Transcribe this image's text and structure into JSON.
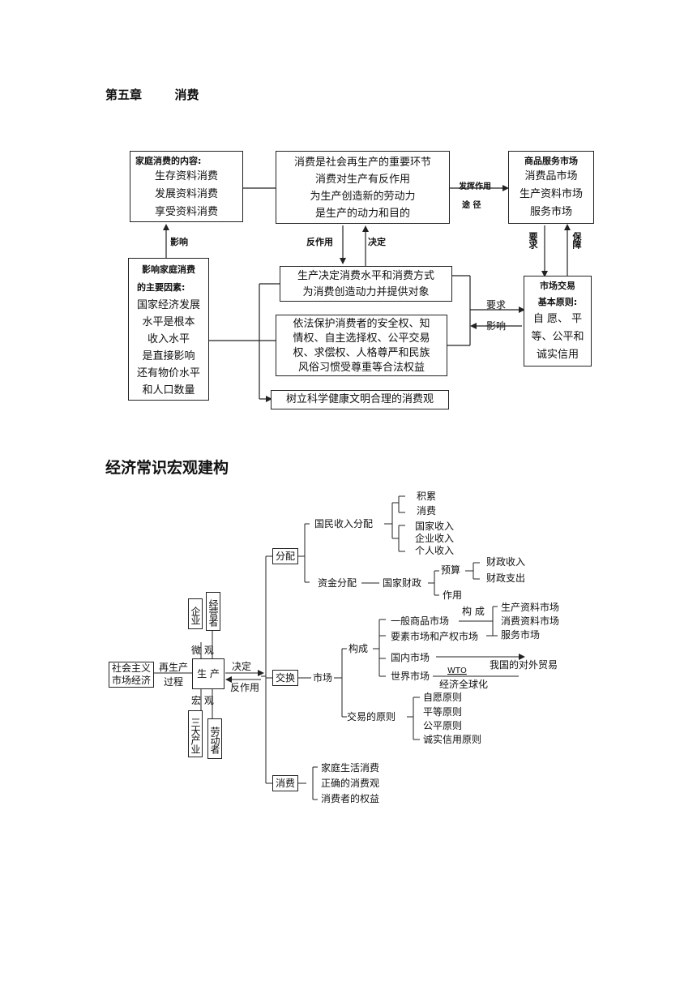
{
  "chapter": {
    "number": "第五章",
    "name": "消费"
  },
  "d1": {
    "family_box": {
      "title": "家庭消费的内容:",
      "items": [
        "生存资料消费",
        "发展资料消费",
        "享受资料消费"
      ]
    },
    "center_box": {
      "lines": [
        "消费是社会再生产的重要环节",
        "消费对生产有反作用",
        "为生产创造新的劳动力",
        "是生产的动力和目的"
      ]
    },
    "market_box": {
      "title": "商品服务市场",
      "items": [
        "消费品市场",
        "生产资料市场",
        "服务市场"
      ]
    },
    "factors_box": {
      "title_lines": [
        "影响家庭消费",
        "的主要因素:"
      ],
      "lines": [
        "国家经济发展",
        "水平是根本",
        "收入水平",
        "是直接影响",
        "还有物价水平",
        "和人口数量"
      ]
    },
    "production_box": {
      "lines": [
        "生产决定消费水平和消费方式",
        "为消费创造动力并提供对象"
      ]
    },
    "rights_box": {
      "lines": [
        "依法保护消费者的安全权、知",
        "情权、自主选择权、公平交易",
        "权、求偿权、人格尊严和民族",
        "风俗习惯受尊重等合法权益"
      ]
    },
    "view_box": {
      "text": "树立科学健康文明合理的消费观"
    },
    "principles_box": {
      "title_lines": [
        "市场交易",
        "基本原则:"
      ],
      "lines": [
        "自 愿、 平",
        "等、公平和",
        "诚实信用"
      ]
    },
    "labels": {
      "influence": "影响",
      "reaction": "反作用",
      "decide": "决定",
      "function_a": "发挥作用",
      "function_b": "途 径",
      "require": "要求",
      "guarantee": "保障",
      "require2": "要求",
      "affect": "影响"
    }
  },
  "section2_title": "经济常识宏观建构",
  "d2": {
    "root": [
      "社会主义",
      "市场经济"
    ],
    "reproduction": [
      "再生产",
      "过程"
    ],
    "production": "生  产",
    "micro": "微  观",
    "macro": "宏  观",
    "enterprise": "企业",
    "operator": "经营者",
    "three_industries": "三大产业",
    "laborer": "劳动者",
    "decide": "决定",
    "reaction": "反作用",
    "distribution": {
      "label": "分配",
      "national_income": "国民收入分配",
      "accum": [
        "积累",
        "消费"
      ],
      "incomes": [
        "国家收入",
        "企业收入",
        "个人收入"
      ],
      "fund": "资金分配",
      "finance": "国家财政",
      "budget": "预算",
      "budget_items": [
        "财政收入",
        "财政支出"
      ],
      "function": "作用"
    },
    "exchange": {
      "label": "交换",
      "market": "市场",
      "composition": "构成",
      "general_market": "一般商品市场",
      "composition2": "构 成",
      "goods_markets": [
        "生产资料市场",
        "消费资料市场",
        "服务市场"
      ],
      "factor_market": "要素市场和产权市场",
      "domestic": "国内市场",
      "world": "世界市场",
      "wto": "WTO",
      "globalization": "经济全球化",
      "foreign_trade": "我国的对外贸易",
      "principles_label": "交易的原则",
      "principles": [
        "自愿原则",
        "平等原则",
        "公平原则",
        "诚实信用原则"
      ]
    },
    "consumption": {
      "label": "消费",
      "items": [
        "家庭生活消费",
        "正确的消费观",
        "消费者的权益"
      ]
    }
  }
}
